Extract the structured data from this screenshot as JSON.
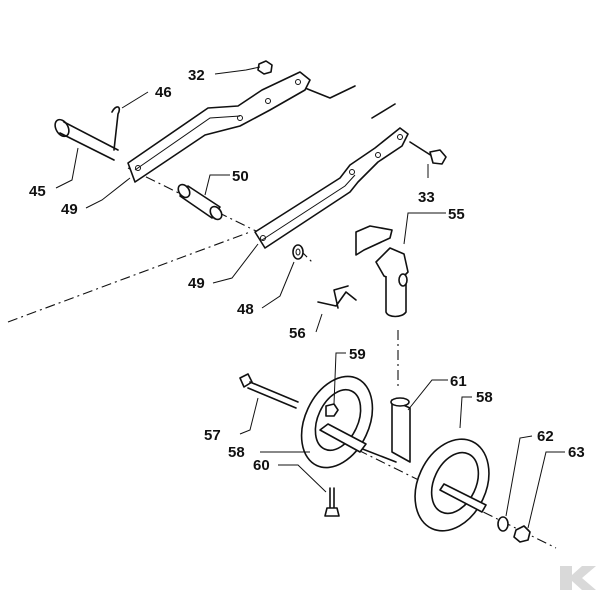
{
  "callouts": {
    "c32": "32",
    "c46": "46",
    "c45": "45",
    "c49a": "49",
    "c50": "50",
    "c33": "33",
    "c55": "55",
    "c49b": "49",
    "c48": "48",
    "c56": "56",
    "c59": "59",
    "c61": "61",
    "c58a": "58",
    "c57": "57",
    "c58b": "58",
    "c62": "62",
    "c63": "63",
    "c60": "60"
  },
  "colors": {
    "ink": "#111111",
    "paper": "#ffffff",
    "logo": "#d9d9d9"
  },
  "logo_icon": "brand-logo-k-icon"
}
